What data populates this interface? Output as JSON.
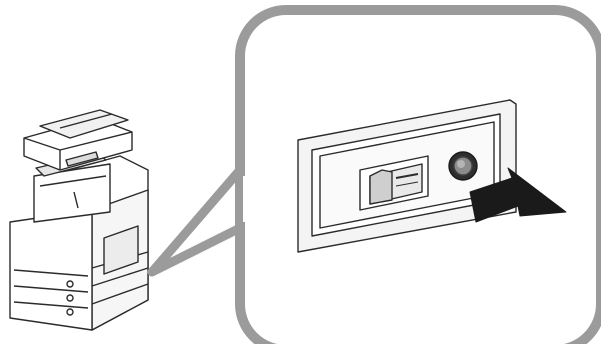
{
  "illustration": {
    "subject": "multifunction-printer",
    "callout_detail": "main-power-switch-panel",
    "indicated_control": "power-button",
    "colors": {
      "callout_border": "#9b9b9b",
      "line": "#2b2b2b",
      "arrow": "#1a1a1a",
      "panel_fill": "#ffffff",
      "button_ring": "#2e2e2e",
      "button_face": "#8c8c8c"
    }
  }
}
